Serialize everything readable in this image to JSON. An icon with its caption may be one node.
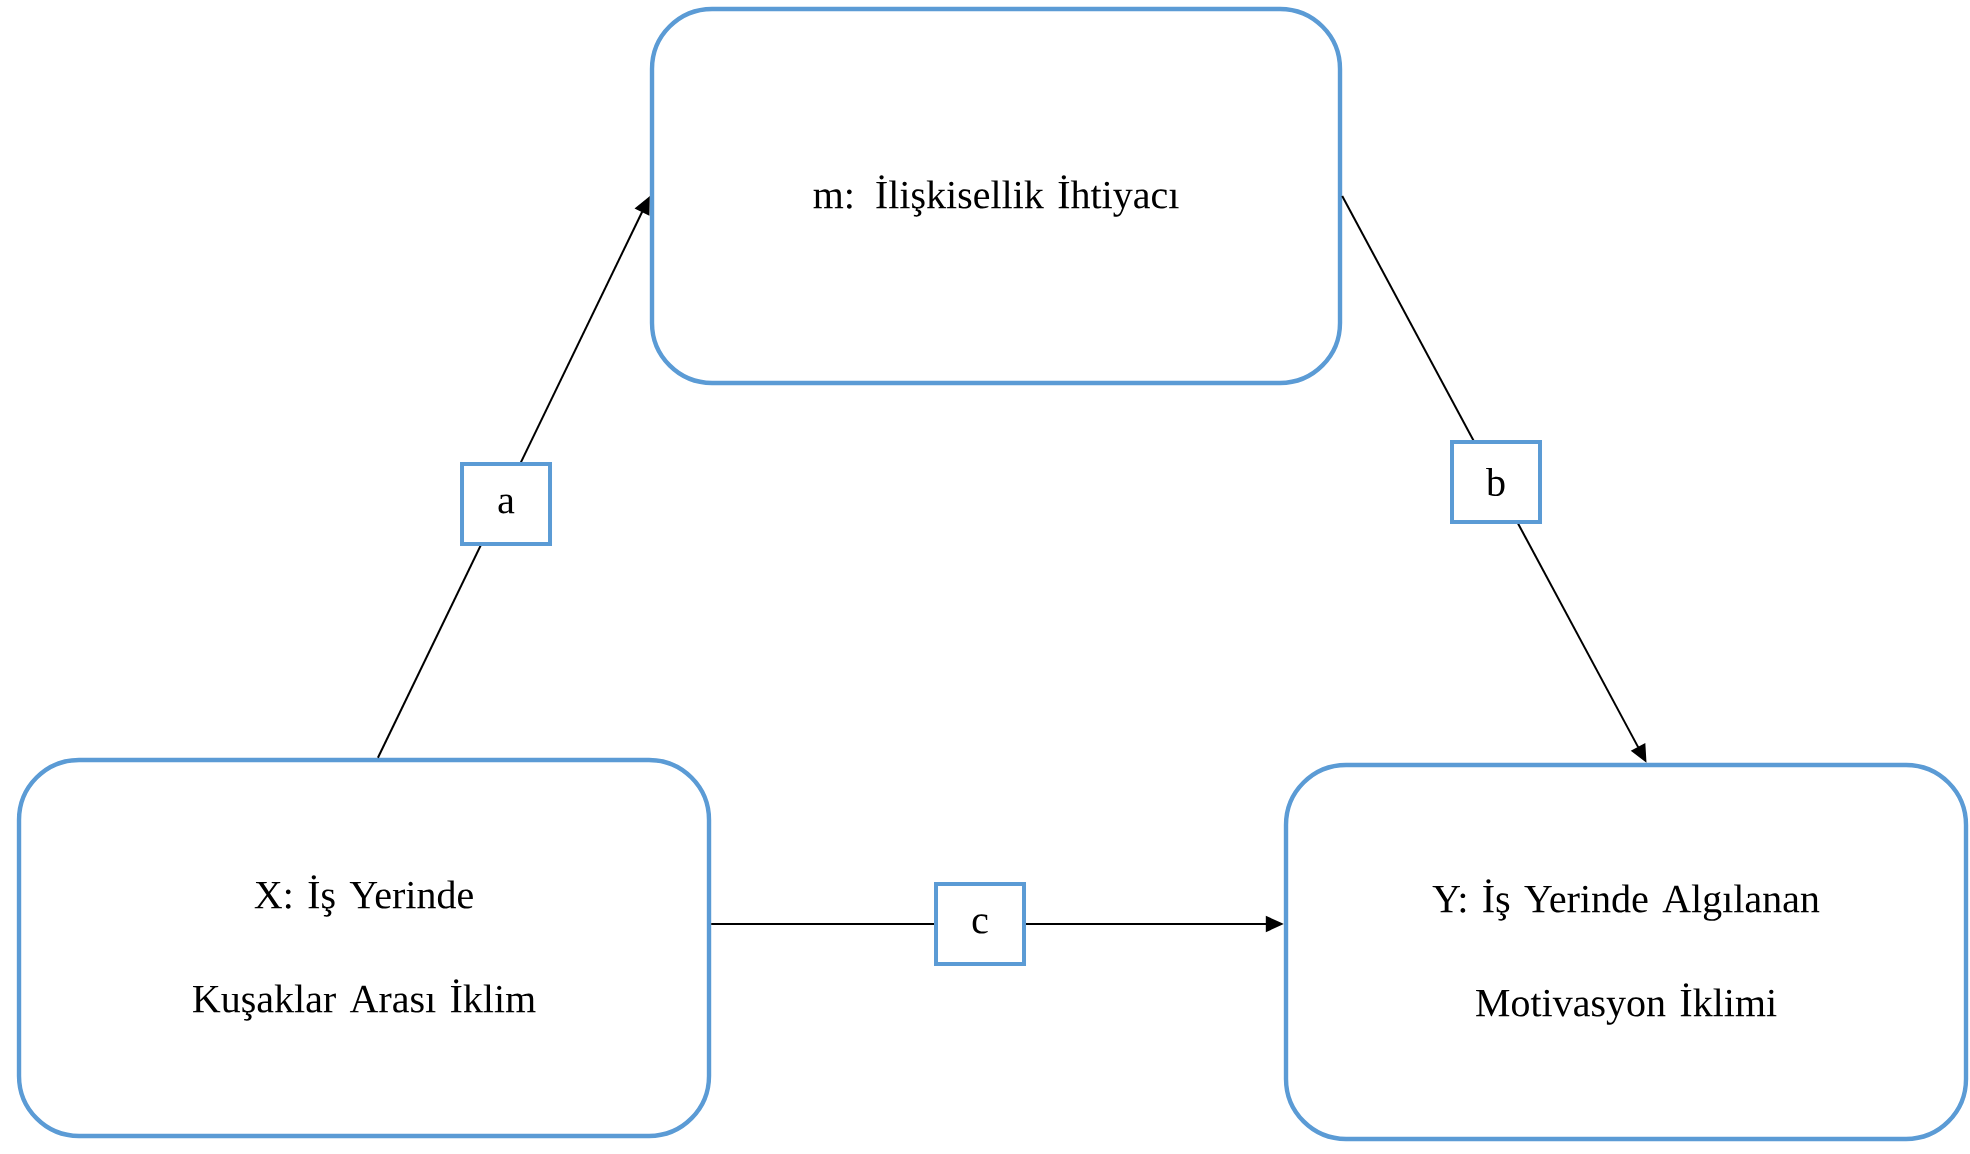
{
  "diagram": {
    "nodes": [
      {
        "text": [
          "m: İlişkisellik İhtiyacı"
        ]
      },
      {
        "text": [
          "X: İş Yerinde Kuşaklar Arası İklim"
        ]
      },
      {
        "text": [
          "Y: İş Yerinde Algılanan Motivasyon İklimi"
        ]
      }
    ],
    "edges": [
      {
        "from": 1,
        "to": 0,
        "arrow": "to",
        "label": "a"
      },
      {
        "from": 0,
        "to": 2,
        "arrow": "to",
        "label": "b"
      },
      {
        "from": 1,
        "to": 2,
        "arrow": "to",
        "label": "c"
      }
    ]
  }
}
